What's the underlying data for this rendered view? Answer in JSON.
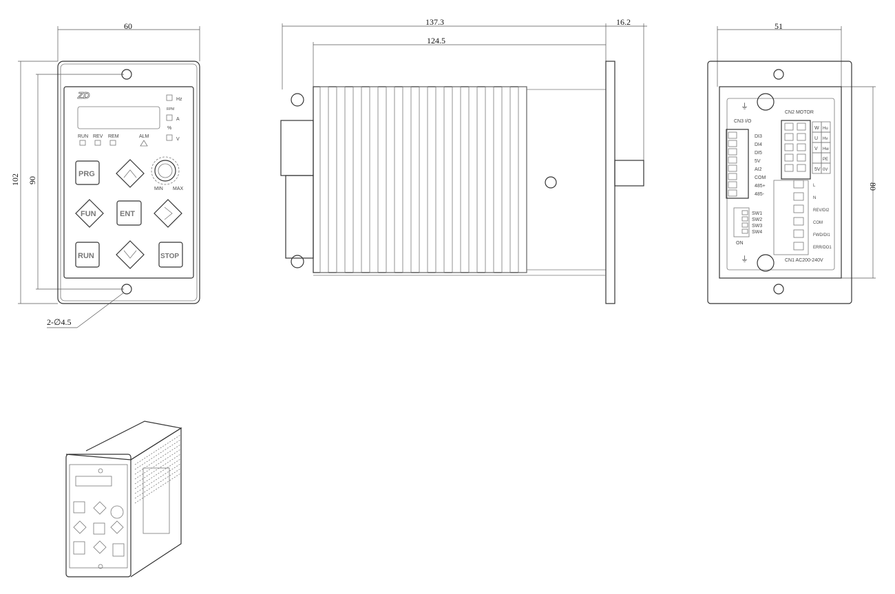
{
  "dimensions": {
    "front_width": "60",
    "front_height": "102",
    "front_hole_pitch": "90",
    "holes": "2-∅4.5",
    "side_total": "137.3",
    "side_shaft": "16.2",
    "side_body": "124.5",
    "rear_width": "51",
    "rear_height": "80"
  },
  "front": {
    "indicators": [
      "Hz",
      "RPM",
      "A",
      "%",
      "V"
    ],
    "leds": [
      "RUN",
      "REV",
      "REM",
      "ALM"
    ],
    "buttons": {
      "prg": "PRG",
      "fun": "FUN",
      "ent": "ENT",
      "run": "RUN",
      "stop": "STOP"
    },
    "knob": {
      "min": "MIN",
      "max": "MAX"
    }
  },
  "rear": {
    "cn3": "CN3 I/O",
    "cn3_pins": [
      "DI3",
      "DI4",
      "DI5",
      "5V",
      "AI2",
      "COM",
      "485+",
      "485-"
    ],
    "cn2": "CN2 MOTOR",
    "cn2_pins": [
      [
        "W",
        "Hu"
      ],
      [
        "U",
        "Hv"
      ],
      [
        "V",
        "Hw"
      ],
      [
        "",
        "PE"
      ],
      [
        "5V",
        "0V"
      ]
    ],
    "cn1": "CN1 AC200-240V",
    "cn1_pins": [
      "L",
      "N",
      "REV/DI2",
      "COM",
      "FWD/DI1",
      "ERR/DO1"
    ],
    "switches": [
      "SW1",
      "SW2",
      "SW3",
      "SW4"
    ],
    "on": "ON"
  }
}
